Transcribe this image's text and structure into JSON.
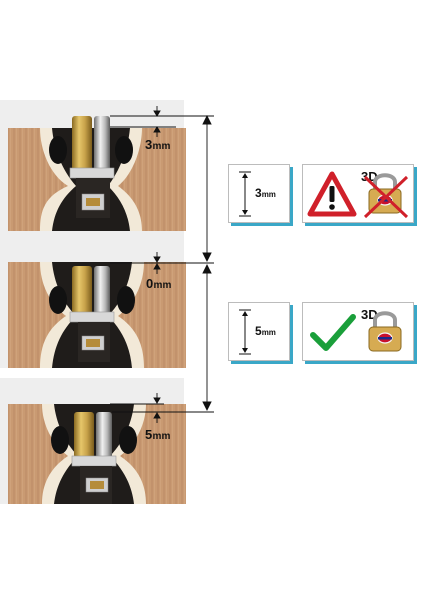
{
  "scenarios": [
    {
      "protrusion_label": "3",
      "unit": "mm",
      "status": "warning",
      "badge": "3D",
      "lock_crossed": true
    },
    {
      "protrusion_label": "0",
      "unit": "mm",
      "status": "none"
    },
    {
      "protrusion_label": "5",
      "unit": "mm",
      "status": "ok",
      "badge": "3D",
      "lock_crossed": false
    }
  ],
  "comparison": [
    {
      "length_value": "3",
      "unit": "mm"
    },
    {
      "length_value": "5",
      "unit": "mm"
    }
  ],
  "colors": {
    "door_wood": "#c99a72",
    "escutcheon": "#1f1c1a",
    "brass": "#c8a24a",
    "tile_shadow": "#3aa7c7",
    "warning_red": "#d0202a",
    "check_green": "#1a9f3a",
    "padlock_gold": "#d6ab52"
  },
  "icons": [
    "warning-triangle-icon",
    "padlock-crossed-icon",
    "checkmark-icon",
    "padlock-icon",
    "height-arrow-icon"
  ]
}
